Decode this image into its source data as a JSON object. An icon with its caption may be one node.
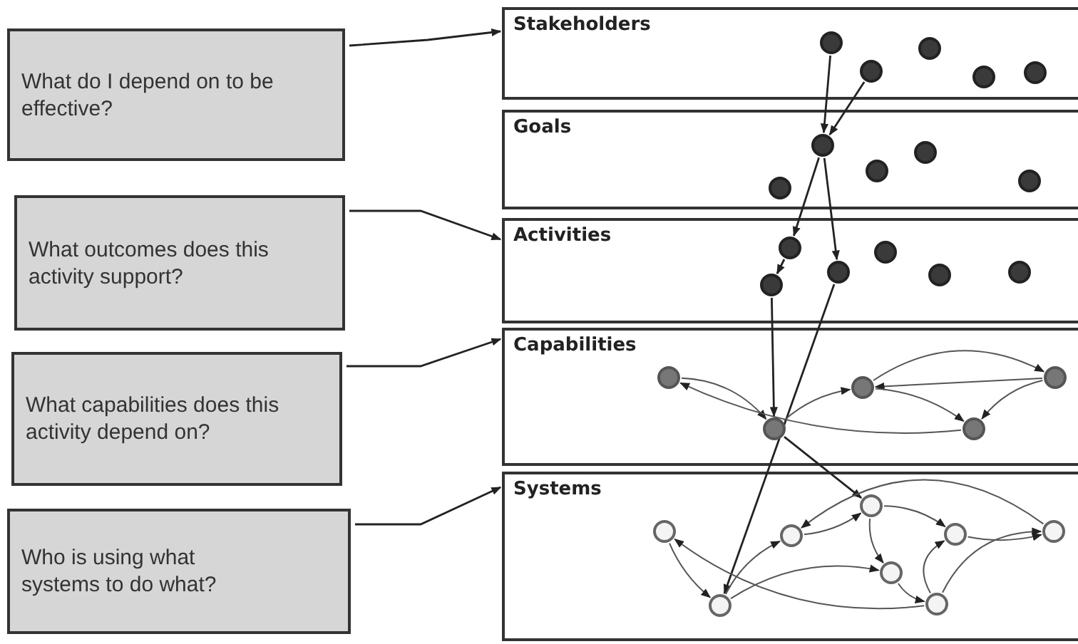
{
  "diagram": {
    "nodes": [
      {
        "text": [
          "What do I depend on to be effective?"
        ]
      },
      {
        "text": [
          "What outcomes does this activity support?"
        ]
      },
      {
        "text": [
          "What capabilities does this activity depend on?"
        ]
      },
      {
        "text": [
          "Who is using what systems to do what?"
        ]
      },
      {
        "text": [
          "Stakeholders"
        ]
      },
      {
        "text": [
          "Goals"
        ]
      },
      {
        "text": [
          "Activities"
        ]
      },
      {
        "text": [
          "Capabilities"
        ]
      },
      {
        "text": [
          "Systems"
        ]
      },
      {
        "text": [],
        "shape": "circle",
        "in": 4
      },
      {
        "text": [],
        "shape": "circle",
        "in": 4
      },
      {
        "text": [],
        "shape": "circle",
        "in": 4
      },
      {
        "text": [],
        "shape": "circle",
        "in": 4
      },
      {
        "text": [],
        "shape": "circle",
        "in": 4
      },
      {
        "text": [],
        "shape": "circle",
        "in": 5
      },
      {
        "text": [],
        "shape": "circle",
        "in": 5
      },
      {
        "text": [],
        "shape": "circle",
        "in": 5
      },
      {
        "text": [],
        "shape": "circle",
        "in": 5
      },
      {
        "text": [],
        "shape": "circle",
        "in": 5
      },
      {
        "text": [],
        "shape": "circle",
        "in": 6
      },
      {
        "text": [],
        "shape": "circle",
        "in": 6
      },
      {
        "text": [],
        "shape": "circle",
        "in": 6
      },
      {
        "text": [],
        "shape": "circle",
        "in": 6
      },
      {
        "text": [],
        "shape": "circle",
        "in": 6
      },
      {
        "text": [],
        "shape": "circle",
        "in": 6
      },
      {
        "text": [],
        "shape": "circle",
        "in": 7
      },
      {
        "text": [],
        "shape": "circle",
        "in": 7
      },
      {
        "text": [],
        "shape": "circle",
        "in": 7
      },
      {
        "text": [],
        "shape": "circle",
        "in": 7
      },
      {
        "text": [],
        "shape": "circle",
        "in": 7
      },
      {
        "text": [],
        "shape": "circle",
        "in": 8
      },
      {
        "text": [],
        "shape": "circle",
        "in": 8
      },
      {
        "text": [],
        "shape": "circle",
        "in": 8
      },
      {
        "text": [],
        "shape": "circle",
        "in": 8
      },
      {
        "text": [],
        "shape": "circle",
        "in": 8
      },
      {
        "text": [],
        "shape": "circle",
        "in": 8
      },
      {
        "text": [],
        "shape": "circle",
        "in": 8
      },
      {
        "text": [],
        "shape": "circle",
        "in": 8
      }
    ],
    "edges": [
      {
        "from": 0,
        "to": 4,
        "arrow": "to"
      },
      {
        "from": 1,
        "to": 6,
        "arrow": "to"
      },
      {
        "from": 2,
        "to": 7,
        "arrow": "to"
      },
      {
        "from": 3,
        "to": 8,
        "arrow": "to"
      },
      {
        "from": 9,
        "to": 14,
        "arrow": "to"
      },
      {
        "from": 10,
        "to": 14,
        "arrow": "to"
      },
      {
        "from": 14,
        "to": 19,
        "arrow": "to"
      },
      {
        "from": 19,
        "to": 20,
        "arrow": "to"
      },
      {
        "from": 14,
        "to": 21,
        "arrow": "to"
      },
      {
        "from": 20,
        "to": 26,
        "arrow": "to"
      },
      {
        "from": 21,
        "to": 31,
        "arrow": "to"
      },
      {
        "from": 26,
        "to": 33,
        "arrow": "to"
      },
      {
        "from": 25,
        "to": 26,
        "arrow": "to"
      },
      {
        "from": 29,
        "to": 25,
        "arrow": "to"
      },
      {
        "from": 26,
        "to": 27,
        "arrow": "to"
      },
      {
        "from": 28,
        "to": 27,
        "arrow": "to"
      },
      {
        "from": 27,
        "to": 28,
        "arrow": "to"
      },
      {
        "from": 28,
        "to": 29,
        "arrow": "to"
      },
      {
        "from": 27,
        "to": 29,
        "arrow": "to"
      },
      {
        "from": 30,
        "to": 31,
        "arrow": "to"
      },
      {
        "from": 36,
        "to": 30,
        "arrow": "to"
      },
      {
        "from": 31,
        "to": 32,
        "arrow": "to"
      },
      {
        "from": 32,
        "to": 33,
        "arrow": "to"
      },
      {
        "from": 33,
        "to": 34,
        "arrow": "to"
      },
      {
        "from": 33,
        "to": 35,
        "arrow": "to"
      },
      {
        "from": 35,
        "to": 37,
        "arrow": "to"
      },
      {
        "from": 31,
        "to": 34,
        "arrow": "to"
      },
      {
        "from": 34,
        "to": 36,
        "arrow": "to"
      },
      {
        "from": 36,
        "to": 35,
        "arrow": "to"
      },
      {
        "from": 36,
        "to": 37,
        "arrow": "to"
      },
      {
        "from": 37,
        "to": 32,
        "arrow": "to"
      }
    ]
  }
}
